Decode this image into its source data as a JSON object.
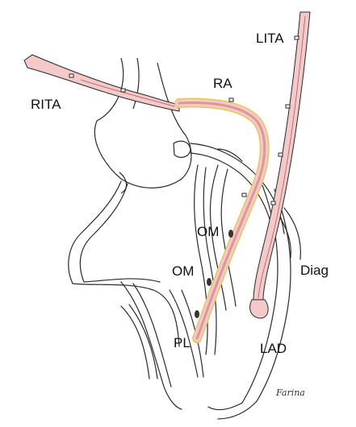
{
  "labels": {
    "lita": "LITA",
    "ra": "RA",
    "rita": "RITA",
    "om_upper": "OM",
    "om_lower": "OM",
    "diag": "Diag",
    "pl": "PL",
    "lad": "LAD"
  },
  "signature": "Farina",
  "colors": {
    "outline": "#2a2a2a",
    "graft_fill": "#f3c9c9",
    "graft_dark": "#d98080",
    "pedicle_yellow": "#e6c85a",
    "heart_fill": "#ffffff"
  }
}
